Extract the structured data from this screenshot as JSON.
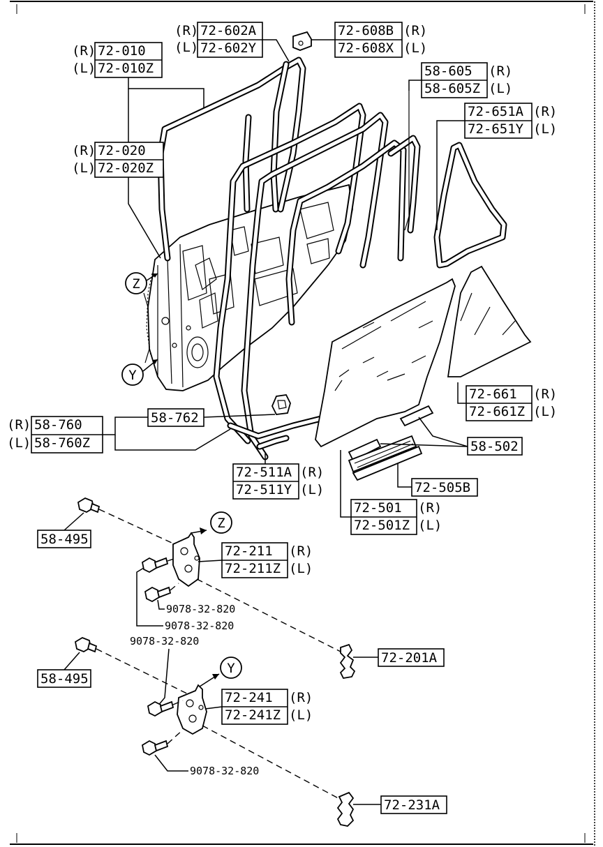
{
  "callouts": {
    "glass_run_upper": {
      "r_code": "72-602A",
      "l_code": "72-602Y",
      "r": "(R)",
      "l": "(L)"
    },
    "garnish_upper": {
      "r_code": "72-608B",
      "l_code": "72-608X",
      "r": "(R)",
      "l": "(L)"
    },
    "door_panel": {
      "r_code": "72-010",
      "l_code": "72-010Z",
      "r": "(R)",
      "l": "(L)"
    },
    "weatherstrip_outer": {
      "r_code": "72-020",
      "l_code": "72-020Z",
      "r": "(R)",
      "l": "(L)"
    },
    "glass_run_channel": {
      "r_code": "58-605",
      "l_code": "58-605Z",
      "r": "(R)",
      "l": "(L)"
    },
    "quarter_seal": {
      "r_code": "72-651A",
      "l_code": "72-651Y",
      "r": "(R)",
      "l": "(L)"
    },
    "quarter_glass": {
      "r_code": "72-661",
      "l_code": "72-661Z",
      "r": "(R)",
      "l": "(L)"
    },
    "clip": {
      "code": "58-762"
    },
    "weatherstrip_inner": {
      "r_code": "58-760",
      "l_code": "58-760Z",
      "r": "(R)",
      "l": "(L)"
    },
    "bottom_seal": {
      "code": "58-502"
    },
    "door_weatherstrip": {
      "r_code": "72-511A",
      "l_code": "72-511Y",
      "r": "(R)",
      "l": "(L)"
    },
    "channel": {
      "code": "72-505B"
    },
    "glass": {
      "r_code": "72-501",
      "l_code": "72-501Z",
      "r": "(R)",
      "l": "(L)"
    },
    "bolt_upper": {
      "code": "58-495"
    },
    "hinge_upper": {
      "r_code": "72-211",
      "l_code": "72-211Z",
      "r": "(R)",
      "l": "(L)"
    },
    "screw_a": {
      "code": "9078-32-820"
    },
    "screw_b": {
      "code": "9078-32-820"
    },
    "screw_c": {
      "code": "9078-32-820"
    },
    "screw_d": {
      "code": "9078-32-820"
    },
    "plate_upper": {
      "code": "72-201A"
    },
    "bolt_lower": {
      "code": "58-495"
    },
    "hinge_lower": {
      "r_code": "72-241",
      "l_code": "72-241Z",
      "r": "(R)",
      "l": "(L)"
    },
    "plate_lower": {
      "code": "72-231A"
    }
  },
  "view_markers": {
    "z_marker_door": "Z",
    "y_marker_door": "Y",
    "z_marker_hinge": "Z",
    "y_marker_hinge": "Y"
  }
}
